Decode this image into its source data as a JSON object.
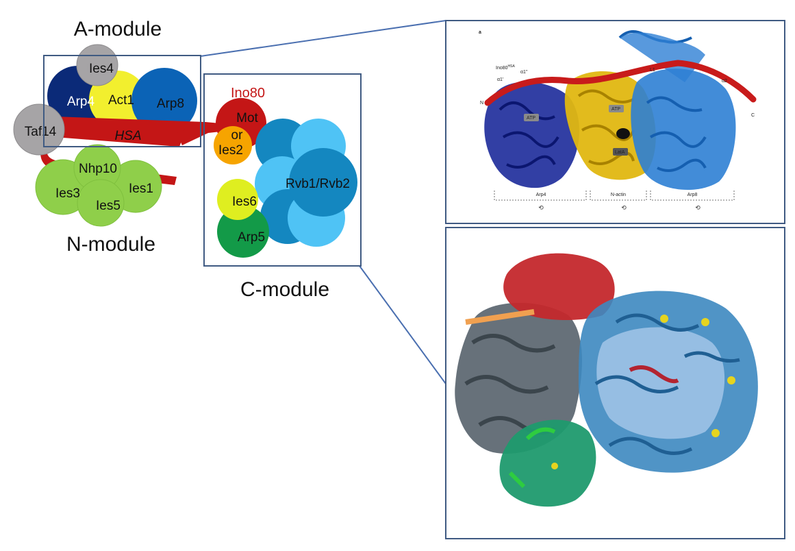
{
  "modules": {
    "a_title": "A-module",
    "n_title": "N-module",
    "c_title": "C-module"
  },
  "a_module": {
    "ies4": "Ies4",
    "arp4": "Arp4",
    "act1": "Act1",
    "arp8": "Arp8",
    "taf14": "Taf14",
    "hsa": "HSA"
  },
  "n_module": {
    "nhp10": "Nhp10",
    "ies3": "Ies3",
    "ies1": "Ies1",
    "ies5": "Ies5"
  },
  "c_module": {
    "ino80": "Ino80",
    "mot": "Mot",
    "or": "or",
    "ies2": "Ies2",
    "rvb": "Rvb1/Rvb2",
    "ies6": "Ies6",
    "arp5": "Arp5"
  },
  "top_panel": {
    "panel_letter": "a",
    "ino80_hsa": "Ino80",
    "ino80_hsa_sup": "HSA",
    "alpha1p": "α1'",
    "alpha1pp": "α1''",
    "alpha1": "α1'",
    "n_term": "N",
    "c_term": "C",
    "l1": "L1",
    "alpha2": "α2",
    "atp1": "ATP",
    "atp2": "ATP",
    "lata": "LatA",
    "seg_arp4": "Arp4",
    "seg_nactin": "N-actin",
    "seg_arp8": "Arp8"
  },
  "colors": {
    "frame": "#3f5a82",
    "connector": "#4a6fb0",
    "ies_gray": "#a6a4a6",
    "arp4": "#0b2a78",
    "act1": "#f2ef2e",
    "arp8": "#0b63b6",
    "hsa_red": "#c41616",
    "n_green": "#8fcf4a",
    "ies2_orange": "#f6a400",
    "rvb_light": "#4fc3f5",
    "rvb_dark": "#1487c0",
    "ies6": "#dfee20",
    "arp5": "#139a48"
  }
}
